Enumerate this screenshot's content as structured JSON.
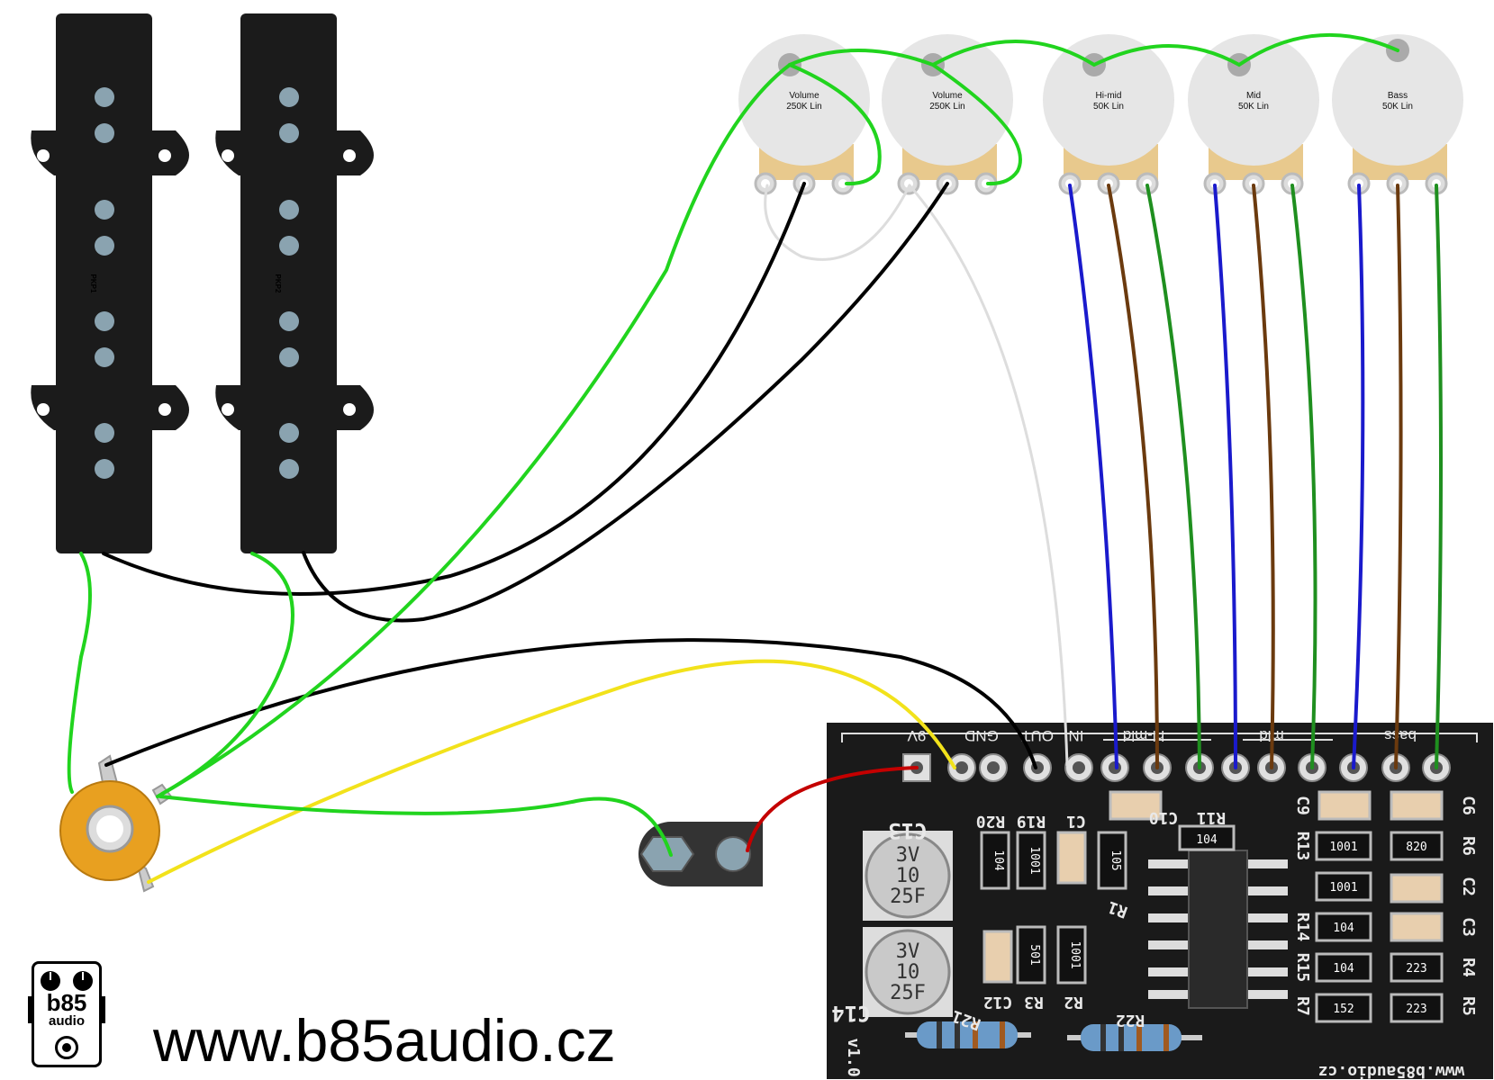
{
  "pickups": [
    {
      "label": "PKP1"
    },
    {
      "label": "PKP2"
    }
  ],
  "pots": [
    {
      "name": "Volume",
      "value": "250K Lin"
    },
    {
      "name": "Volume",
      "value": "250K Lin"
    },
    {
      "name": "Hi-mid",
      "value": "50K Lin"
    },
    {
      "name": "Mid",
      "value": "50K Lin"
    },
    {
      "name": "Bass",
      "value": "50K Lin"
    }
  ],
  "board": {
    "top_labels": [
      "9V",
      "GND",
      "OUT",
      "IN",
      "hi-mid",
      "mid",
      "bass"
    ],
    "components": [
      {
        "ref": "C13"
      },
      {
        "ref": "C14"
      },
      {
        "ref": "R20"
      },
      {
        "ref": "R19"
      },
      {
        "ref": "C1"
      },
      {
        "ref": "C10"
      },
      {
        "ref": "R11"
      },
      {
        "ref": "C9"
      },
      {
        "ref": "C6"
      },
      {
        "ref": "R13"
      },
      {
        "ref": "R6"
      },
      {
        "ref": "C2"
      },
      {
        "ref": "R14"
      },
      {
        "ref": "C3"
      },
      {
        "ref": "R15"
      },
      {
        "ref": "R4"
      },
      {
        "ref": "R7"
      },
      {
        "ref": "R5"
      },
      {
        "ref": "R1"
      },
      {
        "ref": "C12"
      },
      {
        "ref": "R3"
      },
      {
        "ref": "R2"
      },
      {
        "ref": "R21"
      },
      {
        "ref": "R22"
      }
    ],
    "cap_markings": [
      "3V",
      "10",
      "25F"
    ],
    "resistor_codes": [
      "104",
      "1001",
      "105",
      "501",
      "1001",
      "1001",
      "820",
      "1001",
      "104",
      "104",
      "223",
      "152",
      "223"
    ],
    "chip_marking": "104",
    "version": "v1.0",
    "url": "www.b85audio.cz"
  },
  "colors": {
    "green": "#21d41e",
    "dark_green": "#1f8f1f",
    "black": "#000000",
    "white_wire": "#dddddd",
    "blue": "#1a1acc",
    "brown": "#6b3a0e",
    "yellow": "#f2e21b",
    "red": "#c40000",
    "pcb": "#1a1a1a",
    "pot_body": "#e6e6e6",
    "jack_orange": "#e8a020"
  },
  "logo": {
    "line1": "b85",
    "line2": "audio"
  },
  "website": "www.b85audio.cz"
}
